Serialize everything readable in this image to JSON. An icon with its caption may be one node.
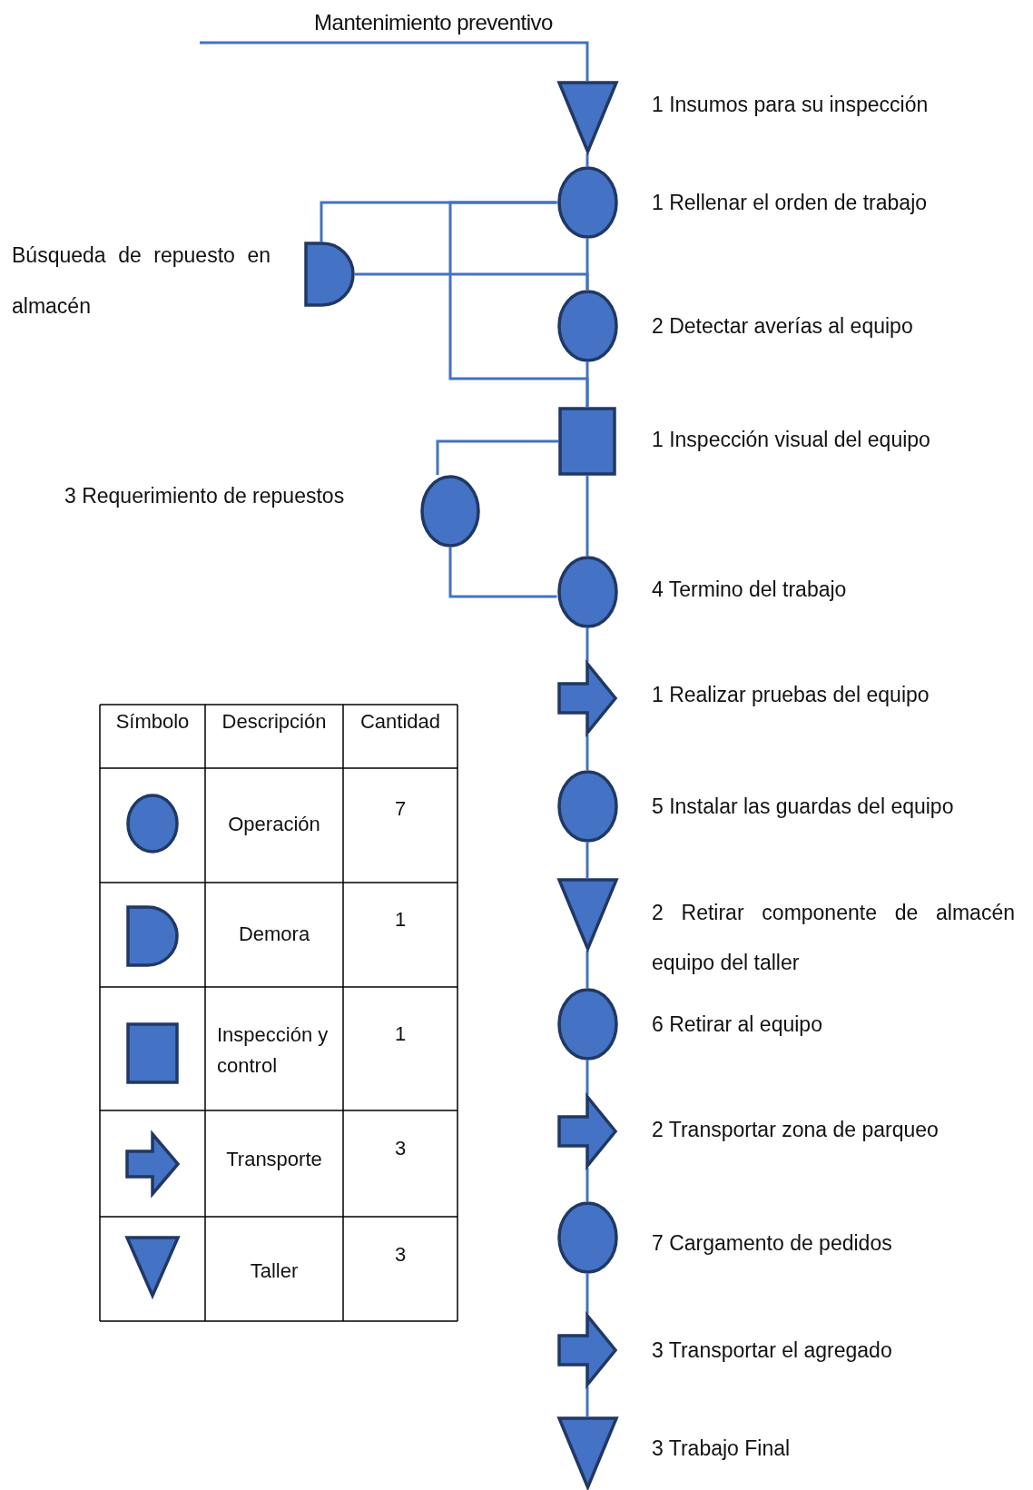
{
  "diagram": {
    "nodes": [
      {
        "text": [],
        "shape": "triangle",
        "beside": [
          "1 Insumos para su inspección"
        ]
      },
      {
        "text": [],
        "shape": "circle",
        "beside": [
          "1 Rellenar el orden de trabajo"
        ]
      },
      {
        "text": [],
        "shape": "semicircle",
        "beside": [
          "Búsqueda de repuesto en almacén"
        ]
      },
      {
        "text": [],
        "shape": "circle",
        "beside": [
          "2 Detectar averías al equipo"
        ]
      },
      {
        "text": [],
        "shape": "box",
        "beside": [
          "1 Inspección visual del equipo"
        ]
      },
      {
        "text": [],
        "shape": "circle",
        "beside": [
          "3 Requerimiento de repuestos"
        ]
      },
      {
        "text": [],
        "shape": "circle",
        "beside": [
          "4 Termino del trabajo"
        ]
      },
      {
        "text": [],
        "shape": "arrow",
        "beside": [
          "1 Realizar pruebas del equipo"
        ]
      },
      {
        "text": [],
        "shape": "circle",
        "beside": [
          "5 Instalar las guardas del equipo"
        ]
      },
      {
        "text": [],
        "shape": "triangle",
        "beside": [
          "2 Retirar componente de almacén equipo del taller"
        ]
      },
      {
        "text": [],
        "shape": "circle",
        "beside": [
          "6 Retirar al equipo"
        ]
      },
      {
        "text": [],
        "shape": "arrow",
        "beside": [
          "2 Transportar zona de parqueo"
        ]
      },
      {
        "text": [],
        "shape": "circle",
        "beside": [
          "7 Cargamento de pedidos"
        ]
      },
      {
        "text": [],
        "shape": "arrow",
        "beside": [
          "3 Transportar el agregado"
        ]
      },
      {
        "text": [],
        "shape": "triangle",
        "beside": [
          "3 Trabajo Final"
        ]
      }
    ],
    "edges": [
      {
        "from": null,
        "to": 0,
        "arrow": "none",
        "label": "Mantenimiento preventivo"
      },
      {
        "from": 0,
        "to": 1,
        "arrow": "none"
      },
      {
        "from": 1,
        "to": 3,
        "arrow": "none"
      },
      {
        "from": 3,
        "to": 4,
        "arrow": "none"
      },
      {
        "from": 4,
        "to": 6,
        "arrow": "none"
      },
      {
        "from": 6,
        "to": 7,
        "arrow": "none"
      },
      {
        "from": 7,
        "to": 8,
        "arrow": "none"
      },
      {
        "from": 8,
        "to": 9,
        "arrow": "none"
      },
      {
        "from": 9,
        "to": 10,
        "arrow": "none"
      },
      {
        "from": 10,
        "to": 11,
        "arrow": "none"
      },
      {
        "from": 11,
        "to": 12,
        "arrow": "none"
      },
      {
        "from": 12,
        "to": 13,
        "arrow": "none"
      },
      {
        "from": 13,
        "to": 14,
        "arrow": "none"
      },
      {
        "from": 1,
        "to": 2,
        "arrow": "none"
      },
      {
        "from": 2,
        "to": 3,
        "arrow": "none"
      },
      {
        "from": 1,
        "to": 4,
        "arrow": "none"
      },
      {
        "from": 4,
        "to": 5,
        "arrow": "none"
      },
      {
        "from": 5,
        "to": 6,
        "arrow": "none"
      }
    ],
    "labels": [
      "Símbolo",
      "Descripción",
      "Cantidad",
      "Operación",
      "7",
      "Demora",
      "1",
      "Inspección y control",
      "1",
      "Transporte",
      "3",
      "Taller",
      "3"
    ]
  }
}
